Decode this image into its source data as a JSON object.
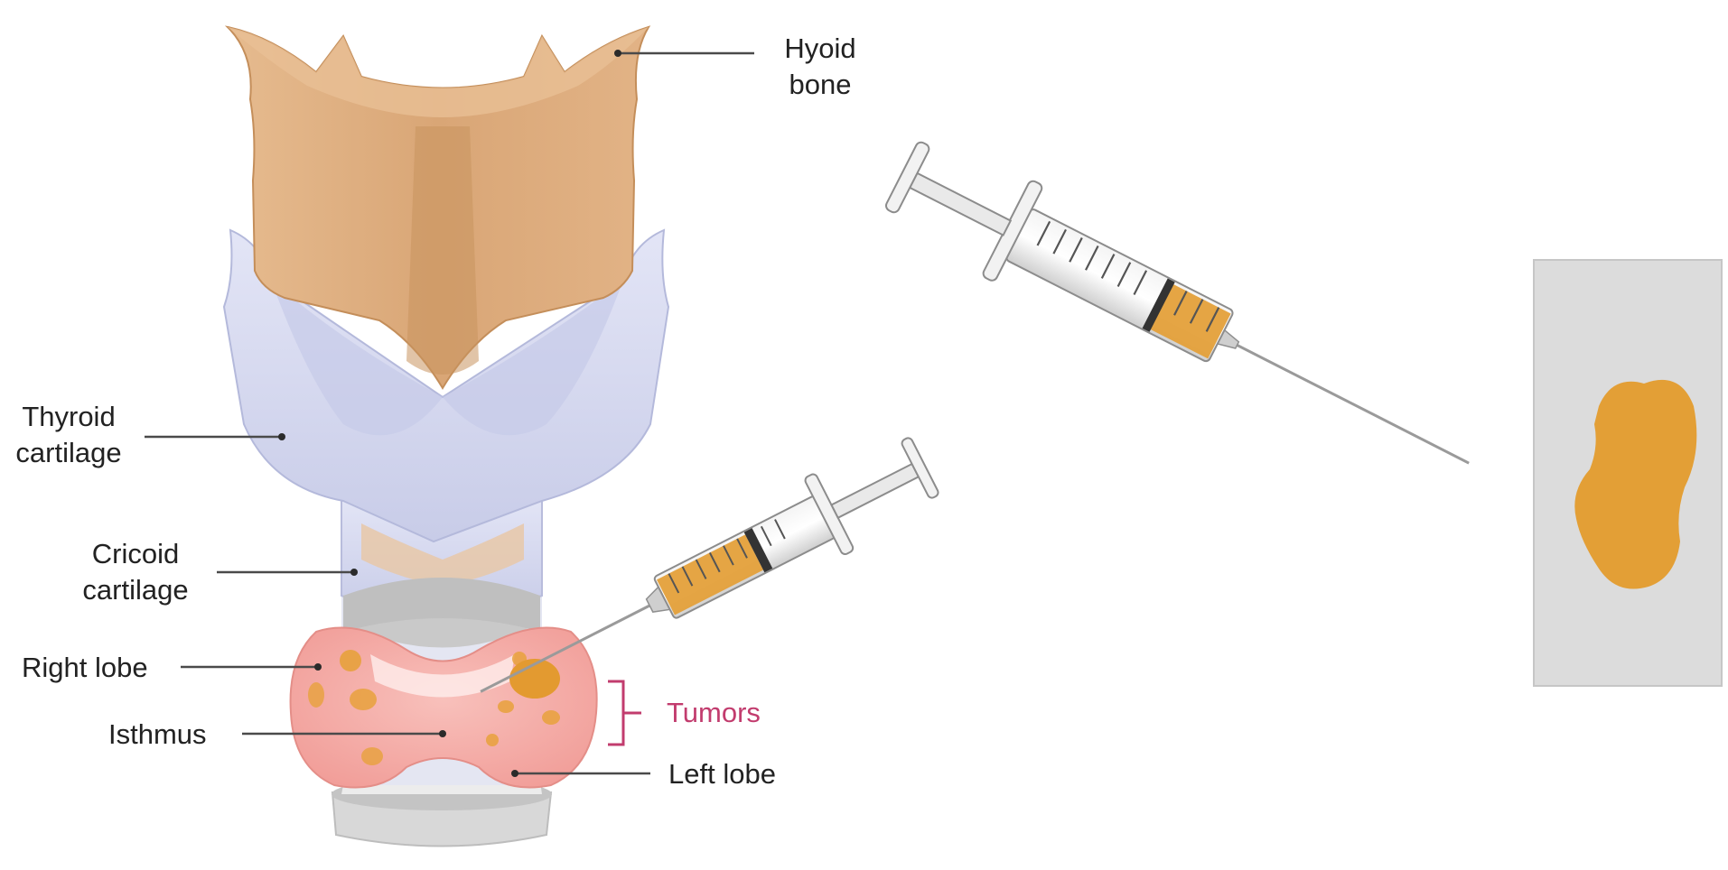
{
  "labels": {
    "hyoid_line1": "Hyoid",
    "hyoid_line2": "bone",
    "thyroid_line1": "Thyroid",
    "thyroid_line2": "cartilage",
    "cricoid_line1": "Cricoid",
    "cricoid_line2": "cartilage",
    "right_lobe": "Right lobe",
    "isthmus": "Isthmus",
    "tumors": "Tumors",
    "left_lobe": "Left lobe"
  },
  "colors": {
    "hyoid_bone": "#dcab7e",
    "hyoid_shade": "#c9935f",
    "cartilage": "#d9dcf1",
    "cartilage_shade": "#b9bedf",
    "thyroid_gland": "#f5b2ad",
    "tumor": "#e7a13c",
    "fluid": "#e4a03a",
    "trachea_ring": "#cfcfcf",
    "slide": "#dcdcdc",
    "tumors_label": "#c23c6e",
    "label_text": "#222222"
  },
  "icons": {
    "syringe": "syringe-icon",
    "slide": "microscope-slide-icon"
  }
}
